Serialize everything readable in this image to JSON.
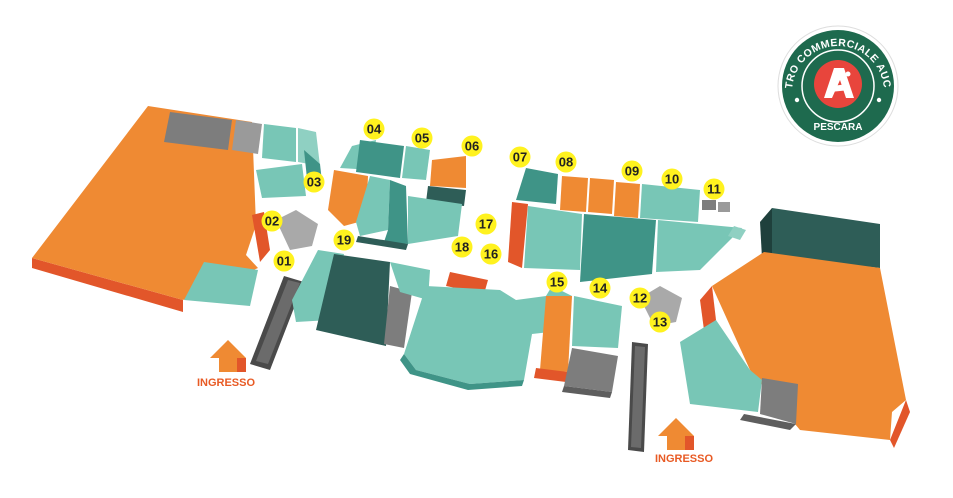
{
  "logo": {
    "arc_text": "CENTRO COMMERCIALE AUCHAN",
    "city": "PESCARA",
    "colors": {
      "ring": "#1e6a4e",
      "mark": "#e8453c"
    }
  },
  "entrances": [
    {
      "label": "INGRESSO"
    },
    {
      "label": "INGRESSO"
    }
  ],
  "markers": [
    {
      "label": "01"
    },
    {
      "label": "02"
    },
    {
      "label": "03"
    },
    {
      "label": "04"
    },
    {
      "label": "05"
    },
    {
      "label": "06"
    },
    {
      "label": "07"
    },
    {
      "label": "08"
    },
    {
      "label": "09"
    },
    {
      "label": "10"
    },
    {
      "label": "11"
    },
    {
      "label": "12"
    },
    {
      "label": "13"
    },
    {
      "label": "14"
    },
    {
      "label": "15"
    },
    {
      "label": "16"
    },
    {
      "label": "17"
    },
    {
      "label": "18"
    },
    {
      "label": "19"
    }
  ],
  "colors": {
    "orange": "#ef8a33",
    "orange_dark": "#e2562a",
    "teal_light": "#78c6b6",
    "teal": "#3f9487",
    "teal_dark": "#2e5d57",
    "gray": "#7d7d7d",
    "gray_dark": "#5e5e5e",
    "marker": "#fff21f"
  }
}
